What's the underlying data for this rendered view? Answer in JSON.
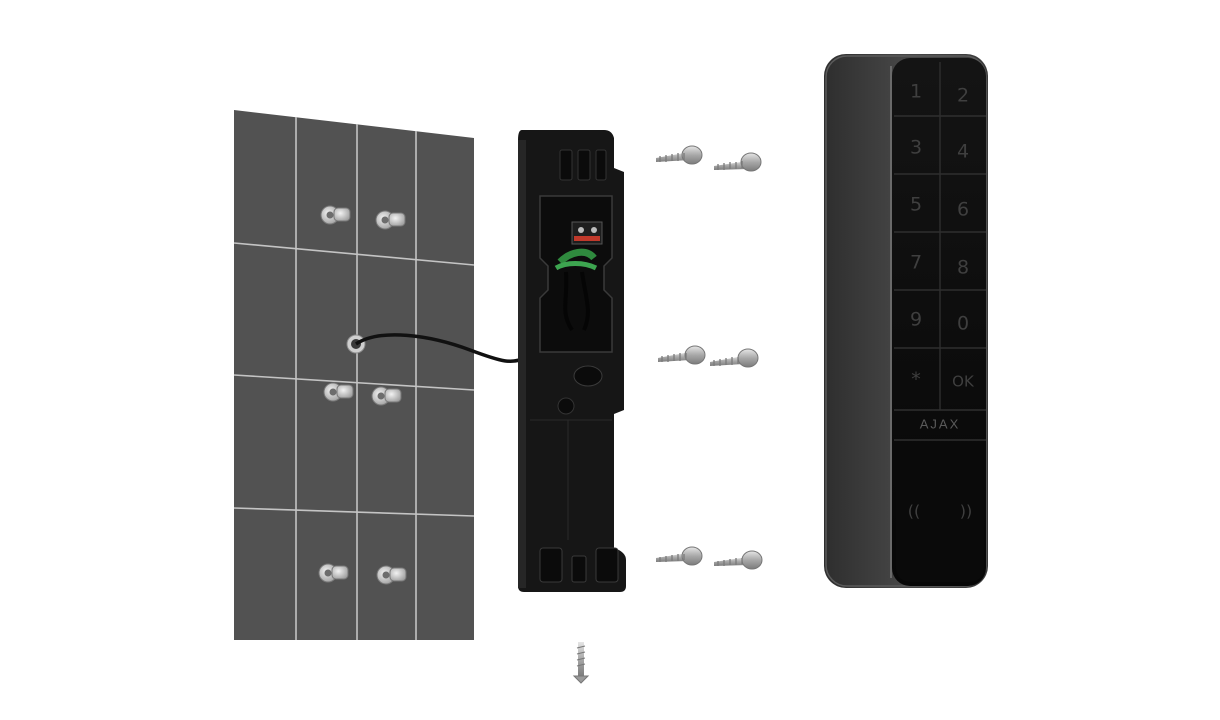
{
  "scene": {
    "description_hidden": false,
    "keypad": {
      "keys": [
        "1",
        "2",
        "3",
        "4",
        "5",
        "6",
        "7",
        "8",
        "9",
        "0",
        "*",
        "OK"
      ],
      "brand": "AJAX",
      "nfc_symbols": [
        "((",
        "))"
      ]
    },
    "colors": {
      "wall": "#515151",
      "wall_grout": "#bdbdbd",
      "mount": "#151515",
      "keypad_body": "#3c3c3c",
      "keypad_face": "#0f0f0f",
      "screw": "#a9a9a9",
      "wire_green": "#2f8a3e",
      "wire_red": "#c0392b"
    }
  }
}
